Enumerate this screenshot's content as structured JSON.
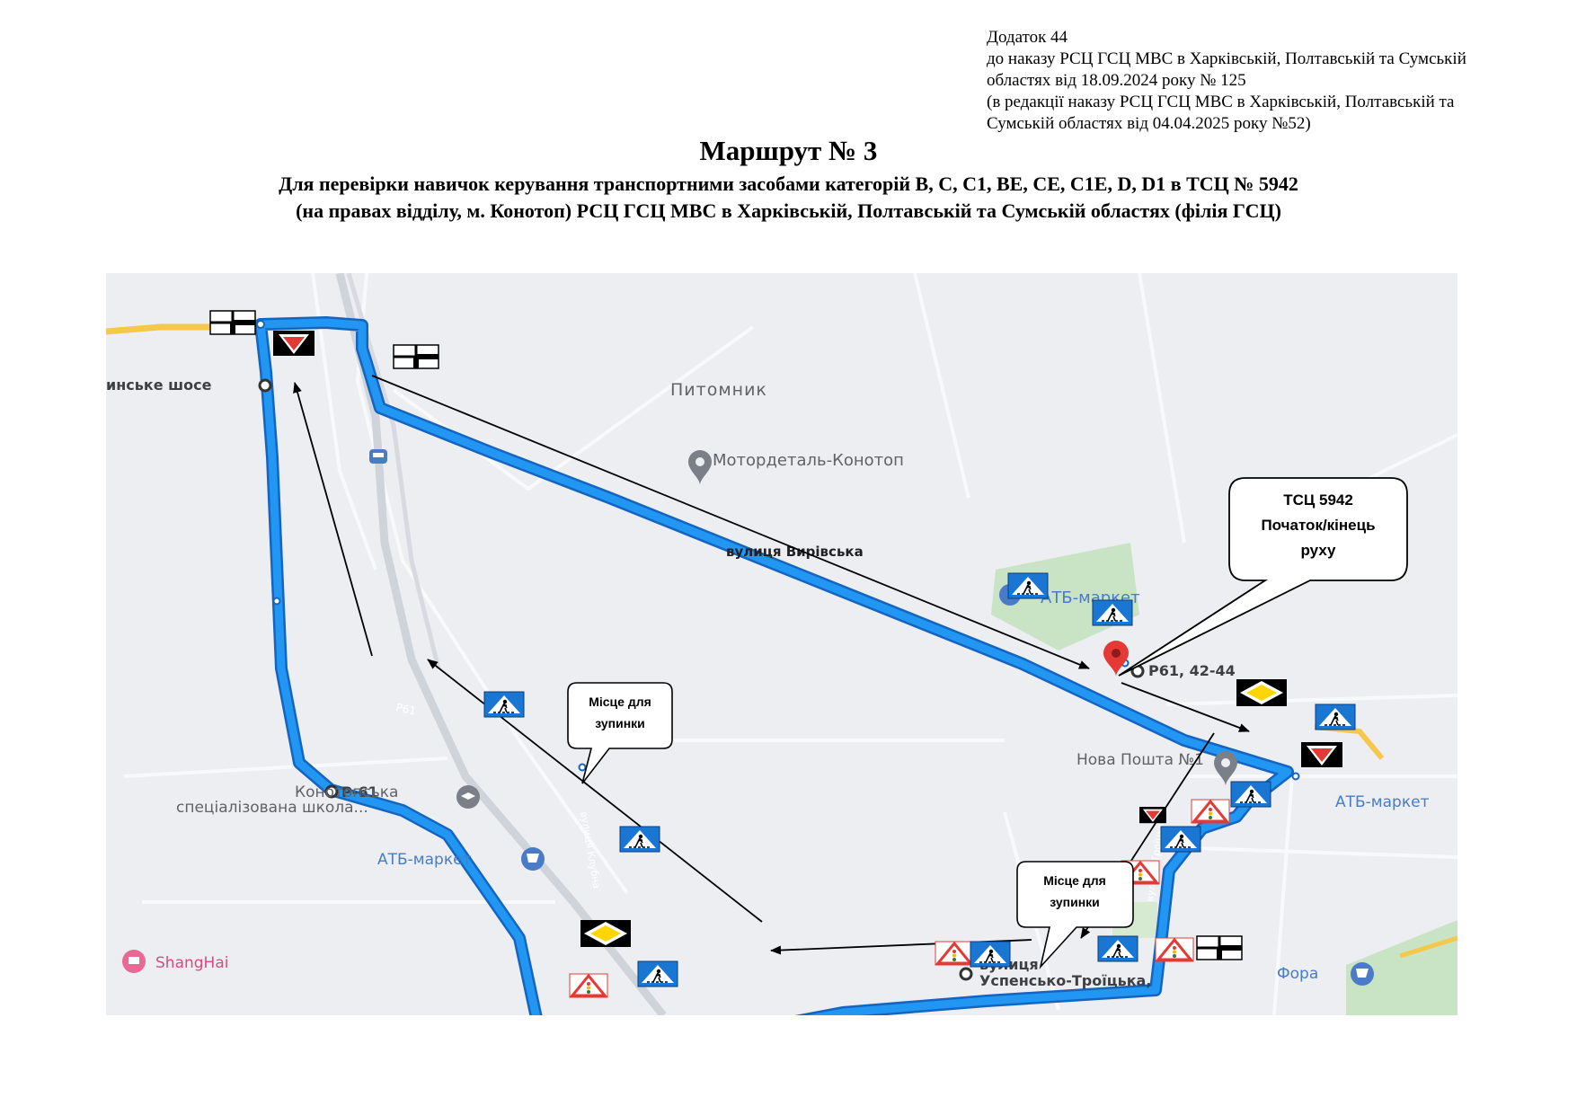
{
  "header": {
    "appendix_lines": [
      "Додаток 44",
      "до наказу РСЦ ГСЦ МВС в Харківській, Полтавській та Сумській",
      "областях від 18.09.2024 року № 125",
      "(в редакції наказу РСЦ ГСЦ МВС в Харківській, Полтавській та",
      "Сумській областях від 04.04.2025 року №52)"
    ],
    "title": "Маршрут № 3",
    "subtitle_lines": [
      "Для перевірки навичок керування транспортними засобами категорій B, C, C1, BE, CE, C1E, D, D1 в ТСЦ № 5942",
      "(на правах відділу, м. Конотоп) РСЦ ГСЦ МВС в Харківській, Полтавській та Сумській областях (філія ГСЦ)"
    ]
  },
  "map": {
    "place_labels": {
      "shose": "инське шосе",
      "pytomnyk": "Питомник",
      "motordetal": "Мотордеталь-Конотоп",
      "vyrivska": "вулиця Вирівська",
      "atb_top": "АТБ-маркет",
      "r61_left": "Р-61",
      "r61_road": "Р61",
      "r61_address": "Р61, 42-44",
      "nova_poshta": "Нова Пошта №1",
      "atb_right": "АТБ-маркет",
      "school_line1": "Конотопська",
      "school_line2": "спеціалізована школа...",
      "atb_bottom": "АТБ-маркет",
      "shanghai": "ShangHai",
      "street_klubna": "вулиця Клубна",
      "street_troitska": "вулиця Троїцька",
      "uspensko_line1": "вулиця",
      "uspensko_line2": "Успенсько-Троїцька,",
      "fora": "Фора"
    },
    "callouts": {
      "tsc_lines": [
        "ТСЦ 5942",
        "Початок/кінець",
        "руху"
      ],
      "stop_left_lines": [
        "Місце для",
        "зупинки"
      ],
      "stop_right_lines": [
        "Місце для",
        "зупинки"
      ]
    },
    "colors": {
      "route": "#2196f3",
      "route_outline": "#1565c0",
      "main_road": "#f5c84c",
      "park": "#c9e4c5",
      "sign_red": "#e53935",
      "sign_blue": "#1976d2",
      "priority_yellow": "#ffd600",
      "pin_red": "#e53935",
      "pin_gray": "#7b8088"
    },
    "icons": [
      "pedestrian-crossing-sign-icon",
      "give-way-sign-icon",
      "main-road-sign-icon",
      "traffic-light-warning-sign-icon",
      "intersection-scheme-sign-icon",
      "map-pin-icon",
      "direction-arrow-icon"
    ]
  }
}
